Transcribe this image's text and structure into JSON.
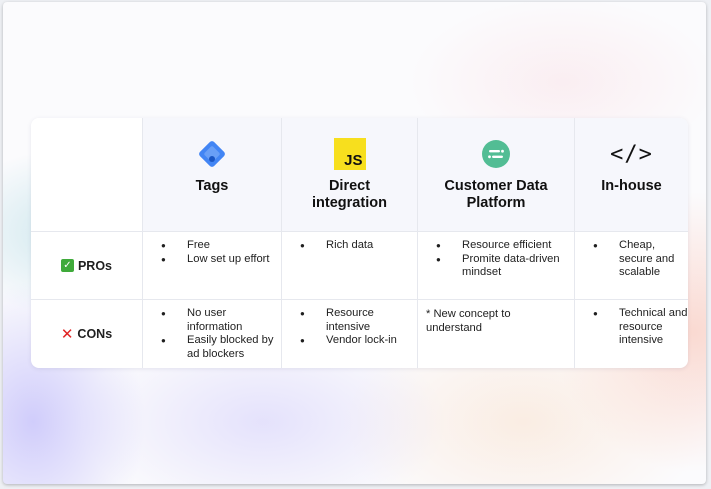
{
  "columns": [
    {
      "icon": "diamond-tag-icon",
      "label": "Tags"
    },
    {
      "icon": "js-icon",
      "icon_text": "JS",
      "label": "Direct integration"
    },
    {
      "icon": "segment-icon",
      "label": "Customer Data Platform"
    },
    {
      "icon": "code-brackets-icon",
      "icon_text": "</>",
      "label": "In-house"
    }
  ],
  "rows": {
    "pros": {
      "emoji": "✅",
      "label": "PROs"
    },
    "cons": {
      "emoji": "❌",
      "label": "CONs"
    }
  },
  "cells": {
    "pros": {
      "tags": [
        "Free",
        "Low set up effort"
      ],
      "direct": [
        "Rich data"
      ],
      "cdp": [
        "Resource efficient",
        "Promite data-driven mindset"
      ],
      "inhouse": [
        "Cheap, secure and scalable"
      ]
    },
    "cons": {
      "tags": [
        "No user information",
        "Easily blocked by ad blockers"
      ],
      "direct": [
        "Resource intensive",
        "Vendor lock-in"
      ],
      "cdp": "* New concept to understand",
      "inhouse": [
        "Technical and resource intensive"
      ]
    }
  },
  "colors": {
    "tag_blue": "#4285f4",
    "js_yellow": "#f7df1e",
    "segment_green": "#52bd94",
    "check_green": "#3faa3a",
    "cross_red": "#e02424"
  }
}
